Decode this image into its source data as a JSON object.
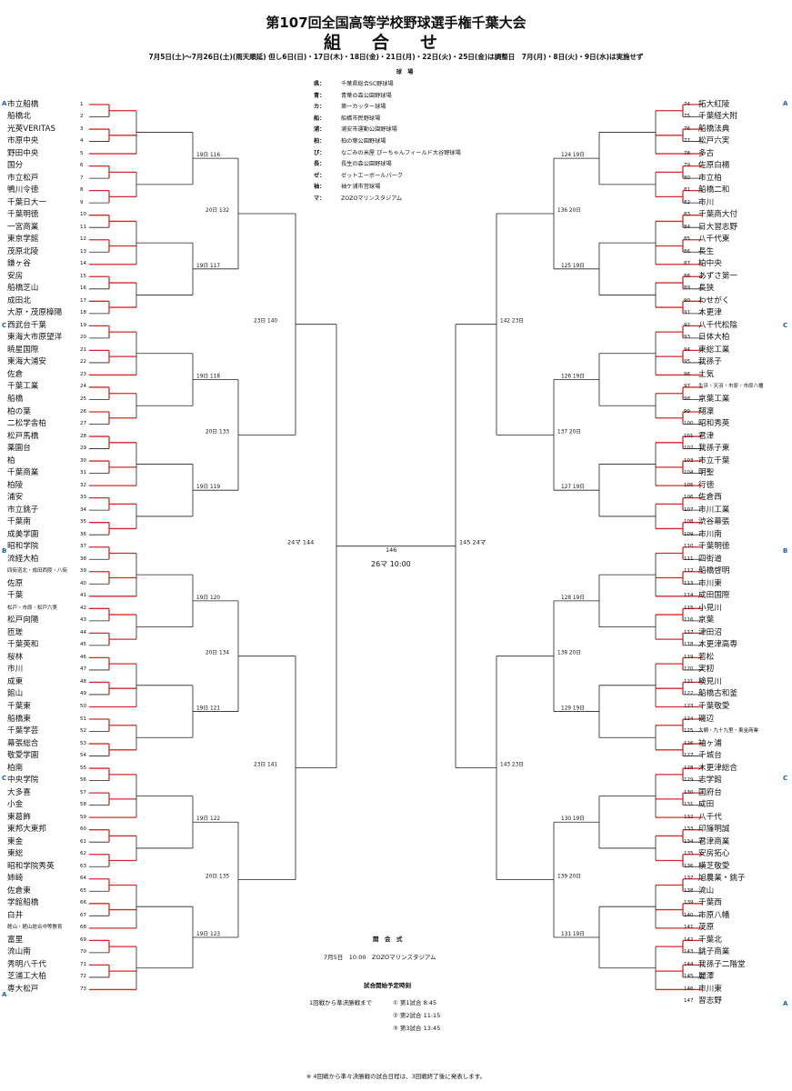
{
  "header": {
    "title": "第107回全国高等学校野球選手権千葉大会",
    "subtitle": "組合せ",
    "schedule": "7月5日(土)〜7月26日(土)(雨天順延) 但し6日(日)・17日(木)・18日(金)・21日(月)・22日(火)・25日(金)は調整日　7月(月)・8日(火)・9日(水)は実施せず"
  },
  "venues": {
    "heading": "球　場",
    "items": [
      {
        "code": "県",
        "name": "千葉県総合SC野球場"
      },
      {
        "code": "青",
        "name": "青葉の森公園野球場"
      },
      {
        "code": "カ",
        "name": "第一カッター球場"
      },
      {
        "code": "船",
        "name": "船橋市民野球場"
      },
      {
        "code": "浦",
        "name": "浦安市運動公園野球場"
      },
      {
        "code": "柏",
        "name": "柏の葉公園野球場"
      },
      {
        "code": "ぴ",
        "name": "なごみの米屋 ぴーちゃんフィールド大谷野球場"
      },
      {
        "code": "長",
        "name": "長生の森公園野球場"
      },
      {
        "code": "ゼ",
        "name": "ゼットエーボールパーク"
      },
      {
        "code": "袖",
        "name": "袖ケ浦市営球場"
      },
      {
        "code": "マ",
        "name": "ZOZOマリンスタジアム"
      }
    ]
  },
  "left_teams": [
    "市立船橋",
    "船橋北",
    "光英VERITAS",
    "市原中央",
    "野田中央",
    "国分",
    "市立松戸",
    "鴨川令徳",
    "千葉日大一",
    "千葉明徳",
    "一宮商業",
    "東京学館",
    "茂原北陵",
    "鎌ヶ谷",
    "安房",
    "船橋芝山",
    "成田北",
    "大原・茂原樟陽",
    "西武台千葉",
    "東海大市原望洋",
    "暁星国際",
    "東海大浦安",
    "佐倉",
    "千葉工業",
    "船橋",
    "柏の葉",
    "二松学舎柏",
    "松戸馬橋",
    "薬園台",
    "柏",
    "千葉商業",
    "柏陵",
    "浦安",
    "市立銚子",
    "千葉南",
    "成美学園",
    "昭和学院",
    "流経大柏",
    "四街道北・成田西陵・八街",
    "佐原",
    "千葉",
    "松戸・市原・松戸六実",
    "松戸向陽",
    "匝瑳",
    "千葉英和",
    "桜林",
    "市川",
    "成東",
    "館山",
    "千葉東",
    "船橋東",
    "千葉学芸",
    "幕張総合",
    "敬愛学園",
    "柏南",
    "中央学院",
    "大多喜",
    "小金",
    "東葛飾",
    "東邦大東邦",
    "東金",
    "東総",
    "昭和学院秀英",
    "姉崎",
    "佐倉東",
    "学館船橋",
    "白井",
    "館山・館山総合中等教育",
    "富里",
    "流山南",
    "秀明八千代",
    "芝浦工大柏",
    "専大松戸"
  ],
  "right_teams": [
    "拓大紅陵",
    "千葉経大附",
    "船橋法典",
    "松戸六実",
    "多古",
    "佐原白楊",
    "市立柏",
    "船橋二和",
    "市川",
    "千葉商大付",
    "日大習志野",
    "八千代東",
    "長生",
    "柏中央",
    "あずさ第一",
    "長狭",
    "わせがく",
    "木更津",
    "八千代松陰",
    "日体大柏",
    "東総工業",
    "我孫子",
    "土気",
    "生浜・天羽・市原・市原八幡",
    "京葉工業",
    "翔凜",
    "昭和秀英",
    "君津",
    "我孫子東",
    "市立千葉",
    "明聖",
    "行徳",
    "佐倉西",
    "市川工業",
    "渋谷幕張",
    "市川南",
    "千葉明徳",
    "四街道",
    "船橋啓明",
    "市川東",
    "成田国際",
    "小見川",
    "京葉",
    "津田沼",
    "木更津高専",
    "若松",
    "実籾",
    "検見川",
    "船橋古和釜",
    "千葉敬愛",
    "磯辺",
    "大網・九十九里・東金商業",
    "袖ヶ浦",
    "千城台",
    "木更津総合",
    "志学館",
    "国府台",
    "成田",
    "八千代",
    "印旛明誠",
    "君津商業",
    "安房拓心",
    "横芝敬愛",
    "旭農業・銚子",
    "流山",
    "千葉西",
    "市原八幡",
    "茂原",
    "千葉北",
    "銚子商業",
    "我孫子二階堂",
    "麗澤",
    "市川東",
    "習志野"
  ],
  "blocks": {
    "a": "A",
    "b": "B",
    "c": "C"
  },
  "rounds": {
    "r3_left_labels": [
      "19日 116",
      "19日 117",
      "19日 118",
      "19日 119",
      "19日 120",
      "19日 121",
      "19日 122",
      "19日 123"
    ],
    "r4_left_labels": [
      "20日 132",
      "20日 133",
      "20日 134",
      "20日 135"
    ],
    "qf_left_labels": [
      "23日 140",
      "23日 141"
    ],
    "sf_left_label": "24マ 144",
    "r3_right_labels": [
      "124 19日",
      "125 19日",
      "126 19日",
      "127 19日",
      "128 19日",
      "129 19日",
      "130 19日",
      "131 19日"
    ],
    "r4_right_labels": [
      "136 20日",
      "137 20日",
      "138 20日",
      "139 20日"
    ],
    "qf_right_labels": [
      "142 23日",
      "143 23日"
    ],
    "sf_right_label": "145 24マ",
    "final_number": "146",
    "final_label": "26マ 10:00"
  },
  "ceremony": {
    "heading": "開　会　式",
    "detail": "7月5日　10:00　ZOZOマリンスタジアム"
  },
  "times": {
    "heading": "試合開始予定時刻",
    "lead": "1回戦から準決勝戦まで",
    "slots": [
      "① 第1試合 8:45",
      "② 第2試合 11:15",
      "③ 第3試合 13:45"
    ]
  },
  "footnote": "※ 4回戦から準々決勝戦の試合日程は、3回戦終了後に発表します。"
}
